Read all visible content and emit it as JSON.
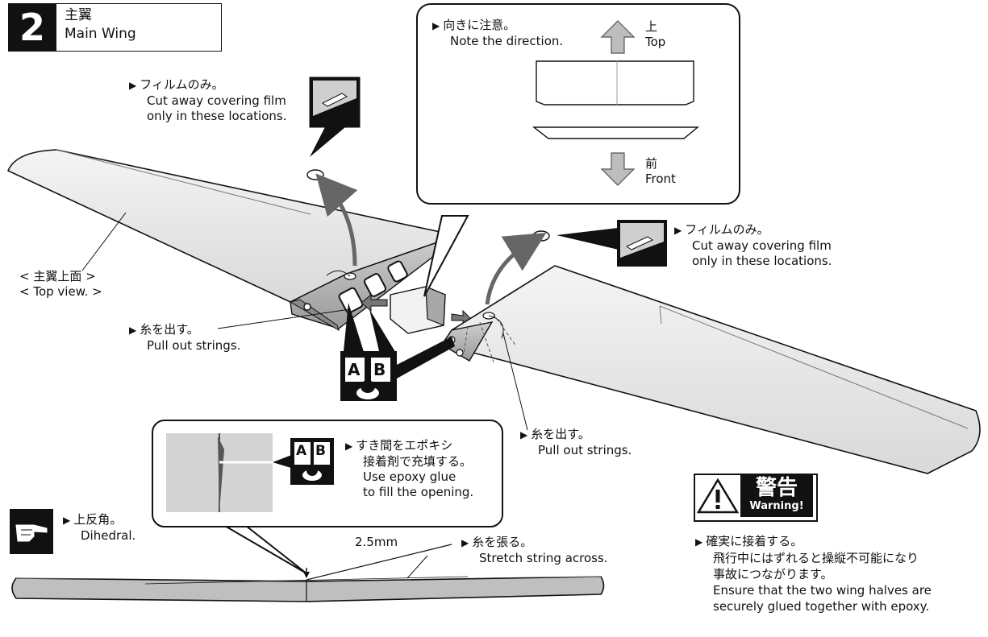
{
  "step": {
    "number": "2",
    "title_jp": "主翼",
    "title_en": "Main Wing"
  },
  "note_direction": {
    "jp": "向きに注意。",
    "en": "Note the direction.",
    "top_jp": "上",
    "top_en": "Top",
    "front_jp": "前",
    "front_en": "Front"
  },
  "film_left": {
    "jp": "フィルムのみ。",
    "en1": "Cut away covering film",
    "en2": "only in these locations."
  },
  "film_right": {
    "jp": "フィルムのみ。",
    "en1": "Cut away covering film",
    "en2": "only in these locations."
  },
  "top_view": {
    "jp": "< 主翼上面 >",
    "en": "< Top view. >"
  },
  "strings_left": {
    "jp": "糸を出す。",
    "en": "Pull out strings."
  },
  "strings_right": {
    "jp": "糸を出す。",
    "en": "Pull out strings."
  },
  "ab_labels": {
    "a": "A",
    "b": "B"
  },
  "glue": {
    "jp1": "すき間をエポキシ",
    "jp2": "接着剤で充填する。",
    "en1": "Use epoxy glue",
    "en2": "to fill the opening."
  },
  "dihedral": {
    "jp": "上反角。",
    "en": "Dihedral.",
    "value": "2.5mm"
  },
  "stretch": {
    "jp": "糸を張る。",
    "en": "Stretch string across."
  },
  "warning": {
    "badge_jp": "警告",
    "badge_en": "Warning!",
    "jp1": "確実に接着する。",
    "jp2": "飛行中にはずれると操縦不可能になり",
    "jp3": "事故につながります。",
    "en1": "Ensure that the two wing halves are",
    "en2": "securely glued together with epoxy."
  }
}
